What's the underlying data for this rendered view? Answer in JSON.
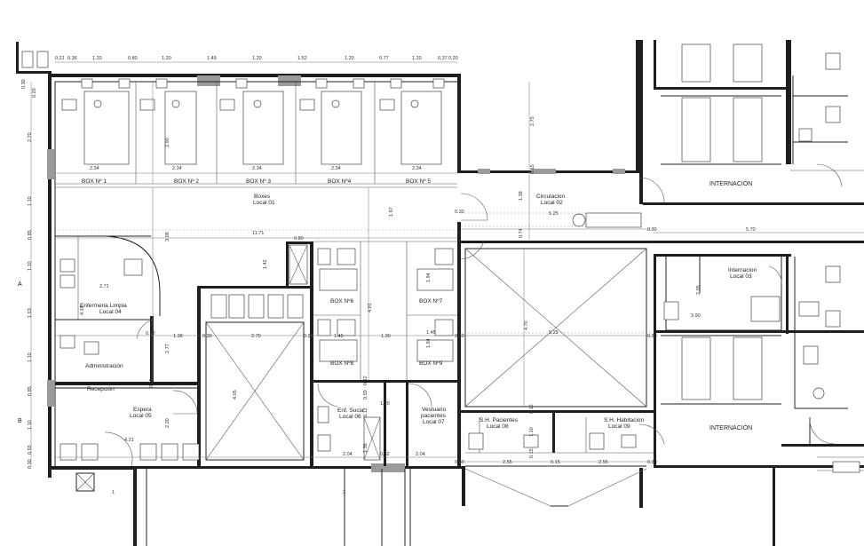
{
  "rooms": {
    "box1": "BOX Nº 1",
    "box2": "BOX Nº 2",
    "box3": "BOX Nº 3",
    "box4": "BOX Nº4",
    "box5": "BOX Nº 5",
    "box6": "BOX Nº6",
    "box7": "BOX Nº7",
    "box8": "BOX Nº8",
    "box9": "BOX Nº9",
    "boxes_name": "Boxes",
    "boxes_local": "Local 01",
    "circ_name": "Circulacion",
    "circ_local": "Local 02",
    "intern_name": "Internacion",
    "intern_local": "Local 03",
    "enf_name": "Enfermeria Limpia",
    "enf_local": "Local 04",
    "espera_name": "Espera",
    "espera_local": "Local 05",
    "sucia_name": "Enf. Sucia",
    "sucia_local": "Local 06",
    "vest_name1": "Vestuario",
    "vest_name2": "pacientes",
    "vest_local": "Local 07",
    "shp_name": "S.H. Pacientes",
    "shp_local": "Local 08",
    "shh_name": "S.H. Habitacion",
    "shh_local": "Local 09",
    "admin": "Administración",
    "recep": "Recepción",
    "intern_top": "INTERNACIÓN",
    "intern_bot": "INTERNACIÓN"
  },
  "axes": {
    "a": "A",
    "b": "B",
    "n1": "1",
    "n2": "2"
  },
  "dims": {
    "t1": "0.21",
    "t2": "0.36",
    "t3": "1.20",
    "t4": "0.80",
    "t5": "1.20",
    "t6": "1.49",
    "t7": "1.20",
    "t8": "1.52",
    "t9": "1.20",
    "t10": "0.77",
    "t11": "1.20",
    "t12": "0.37",
    "t13": "0.20",
    "l1": "0.30",
    "l2": "0.20",
    "l3": "2.70",
    "l4": "1.10",
    "l5": "0.85",
    "l6": "1.10",
    "l7": "1.53",
    "l8": "1.10",
    "l9": "0.85",
    "l10": "1.10",
    "l11": "0.55",
    "l12": "0.30",
    "b1": "2.34",
    "b2": "2.34",
    "b3": "2.34",
    "b4": "2.34",
    "b5": "2.34",
    "v290": "2.90",
    "v309": "3.09",
    "v167": "1.67",
    "v142": "1.42",
    "v401": "4.01",
    "v194a": "1.94",
    "v194b": "1.94",
    "v277": "2.77",
    "v405": "4.05",
    "v419": "4.19",
    "v220": "2.20",
    "v275": "2.75",
    "v015": "0.15",
    "v139": "1.39",
    "v074": "0.74",
    "v470": "4.70",
    "v205": "2.05",
    "v012a": "0.12",
    "v012b": "0.12",
    "v050": "0.50",
    "v012c": "0.12",
    "v136": "1.36",
    "v012d": "0.12",
    "v110": "1.10",
    "v015b": "0.15",
    "h1171": "11.71",
    "h080": "0.80",
    "h271": "2.71",
    "h138": "1.38",
    "h030a": "0.30",
    "h270": "2.70",
    "h030b": "0.30",
    "h145a": "1.45",
    "h130": "1.30",
    "h145b": "1.45",
    "h030c": "0.30",
    "h525a": "5.25",
    "h030d": "0.30",
    "h525b": "5.25",
    "h030e": "0.30",
    "h570": "5.70",
    "h390": "3.90",
    "h030f": "0.30",
    "h421": "4.21",
    "h012": "0.12",
    "h120": "1.20",
    "h204a": "2.04",
    "h032": "0.32",
    "h204b": "2.04",
    "h030g": "0.30",
    "h255a": "2.55",
    "h015": "0.15",
    "h255b": "2.55",
    "h030h": "0.30"
  }
}
